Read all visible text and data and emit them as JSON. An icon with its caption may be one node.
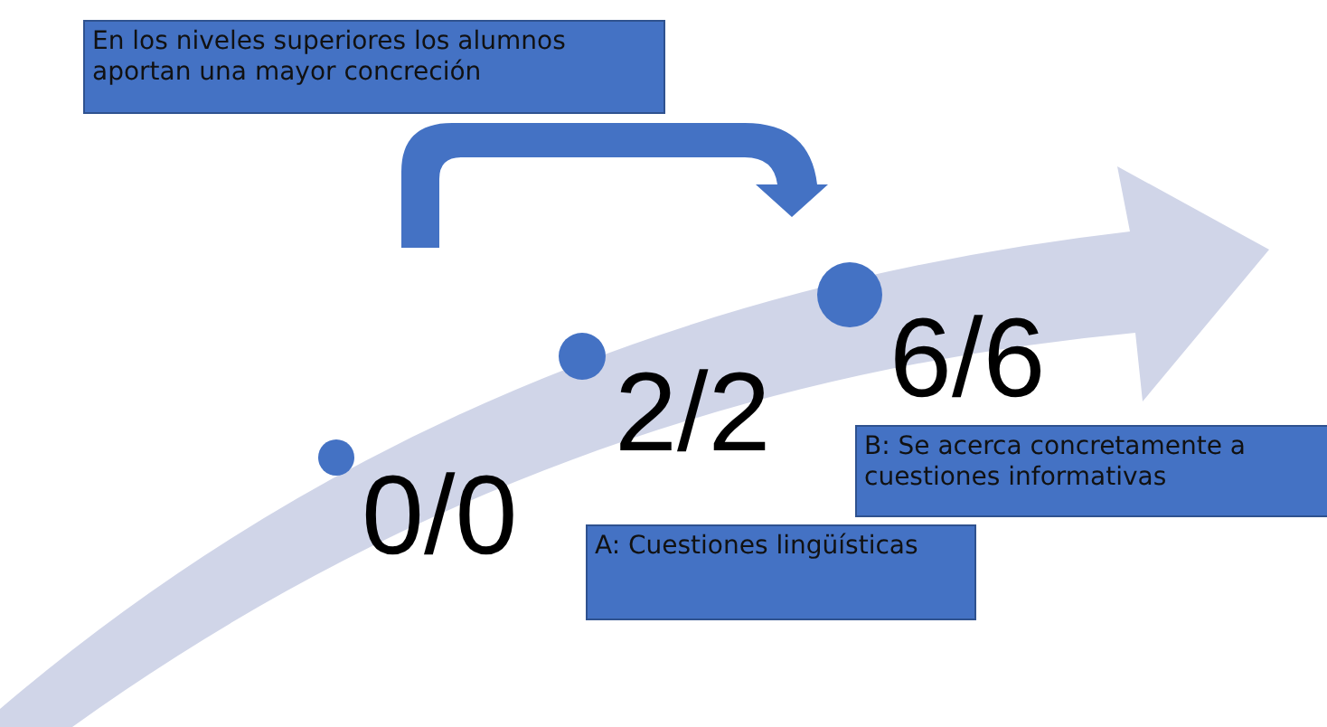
{
  "diagram": {
    "nodes": [
      {
        "text": [
          "En los niveles superiores los alumnos aportan una mayor concreción"
        ]
      },
      {
        "text": [
          "B: Se acerca concretamente a cuestiones informativas"
        ]
      },
      {
        "text": [
          "A: Cuestiones lingüísticas"
        ]
      }
    ],
    "labels": [
      "6/6",
      "2/2",
      "0/0"
    ]
  }
}
